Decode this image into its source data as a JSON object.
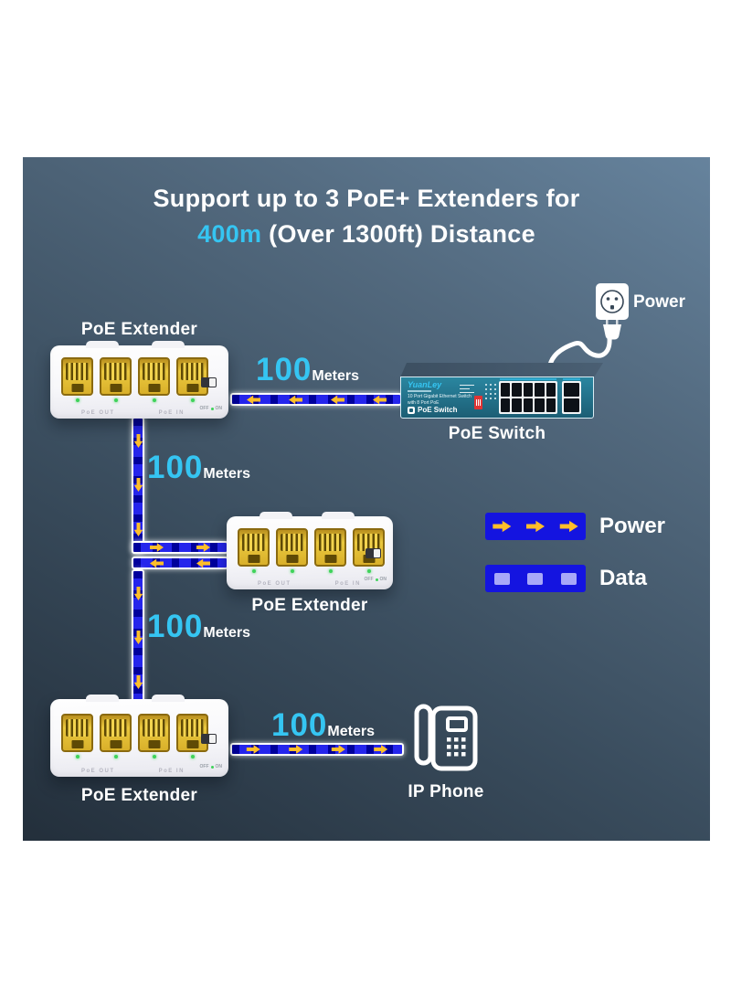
{
  "title": {
    "line1": "Support up to 3 PoE+ Extenders for",
    "highlight": "400m",
    "line2_rest": " (Over 1300ft) Distance"
  },
  "power_source": {
    "label": "Power"
  },
  "poe_switch": {
    "label": "PoE Switch",
    "brand": "YuanLey",
    "desc_line1": "10 Port Gigabit Ethernet Switch",
    "desc_line2": "with 8 Port PoE",
    "badge": "PoE Switch"
  },
  "extenders": [
    {
      "label": "PoE Extender"
    },
    {
      "label": "PoE Extender"
    },
    {
      "label": "PoE Extender"
    }
  ],
  "extender_panel": {
    "out_label": "PoE  OUT",
    "in_label": "PoE  IN",
    "off_label": "OFF",
    "on_label": "ON"
  },
  "ip_phone": {
    "label": "IP Phone"
  },
  "distances": [
    {
      "value": "100",
      "unit": "Meters"
    },
    {
      "value": "100",
      "unit": "Meters"
    },
    {
      "value": "100",
      "unit": "Meters"
    },
    {
      "value": "100",
      "unit": "Meters"
    }
  ],
  "legend": [
    {
      "label": "Power",
      "type": "power-arrows"
    },
    {
      "label": "Data",
      "type": "data-squares"
    }
  ],
  "colors": {
    "accent_cyan": "#35c5f2",
    "cable_blue": "#2525ec",
    "cable_dark_square": "#00009c",
    "arrow_gold": "#ffbe2a",
    "data_square": "#a8a8f8",
    "panel_gradient_light": "#66839d",
    "panel_gradient_dark": "#232f3b"
  }
}
